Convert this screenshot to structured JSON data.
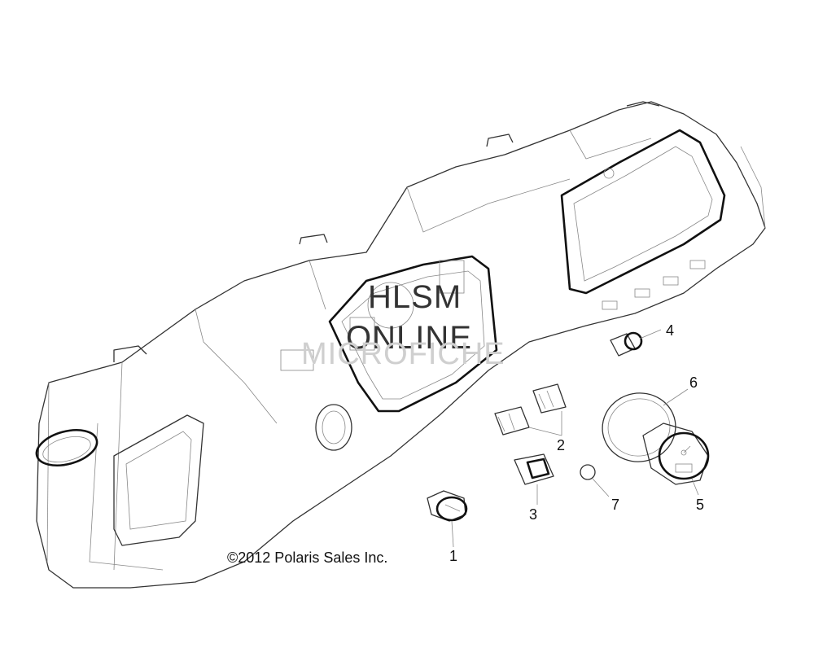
{
  "diagram": {
    "copyright": "©2012 Polaris Sales Inc.",
    "watermark": {
      "line1": "HLSM",
      "line2": "ONLINE",
      "line3": "MICROFICHE"
    },
    "callouts": [
      {
        "id": "1",
        "label": "1"
      },
      {
        "id": "2",
        "label": "2"
      },
      {
        "id": "3",
        "label": "3"
      },
      {
        "id": "4",
        "label": "4"
      },
      {
        "id": "5",
        "label": "5"
      },
      {
        "id": "6",
        "label": "6"
      },
      {
        "id": "7",
        "label": "7"
      }
    ],
    "colors": {
      "line": "#333333",
      "background": "#ffffff",
      "watermark_light": "#cfcfcf"
    }
  }
}
